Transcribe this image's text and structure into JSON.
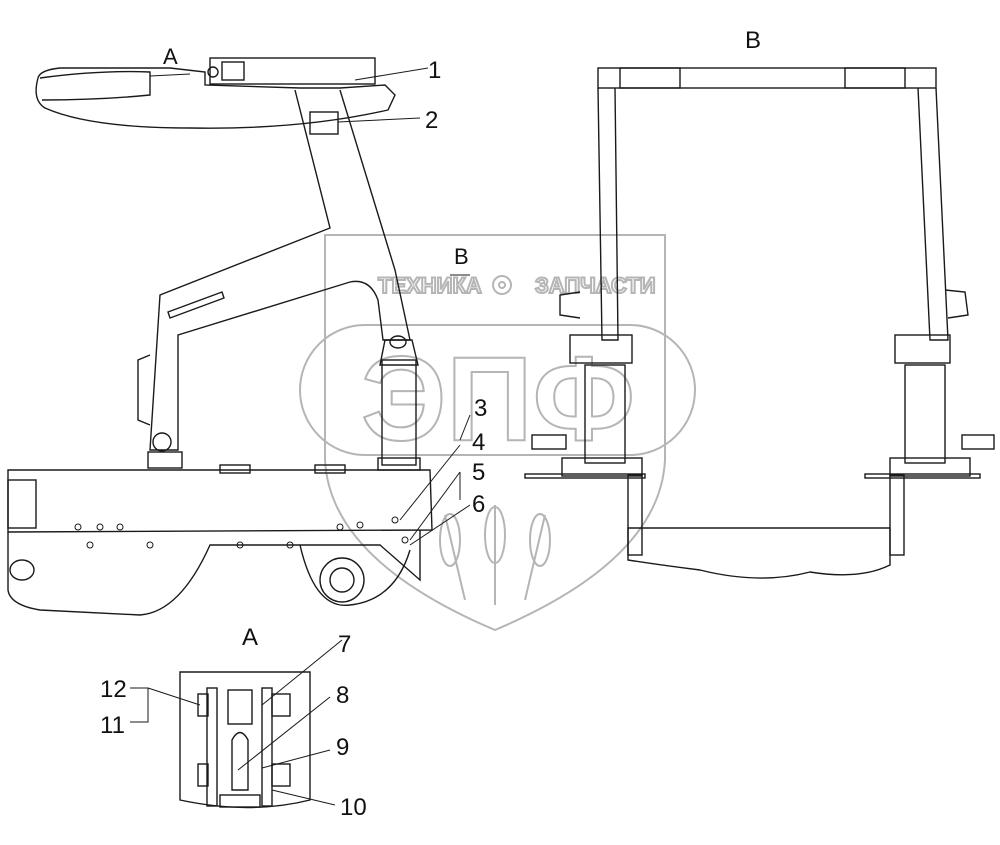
{
  "view_labels": {
    "view_a": "A",
    "view_b": "B"
  },
  "watermark": {
    "left_word": "ТЕХНИКА",
    "right_word": "ЗАПЧАСТИ",
    "monogram": "ЭПФ"
  },
  "callouts": {
    "n1": "1",
    "n2": "2",
    "n3": "3",
    "n4": "4",
    "n5": "5",
    "n6": "6",
    "n7": "7",
    "n8": "8",
    "n9": "9",
    "n10": "10",
    "n11": "11",
    "n12": "12"
  },
  "colors": {
    "line": "#1a1a1a",
    "watermark": "#b5b5b5",
    "background": "#ffffff"
  }
}
